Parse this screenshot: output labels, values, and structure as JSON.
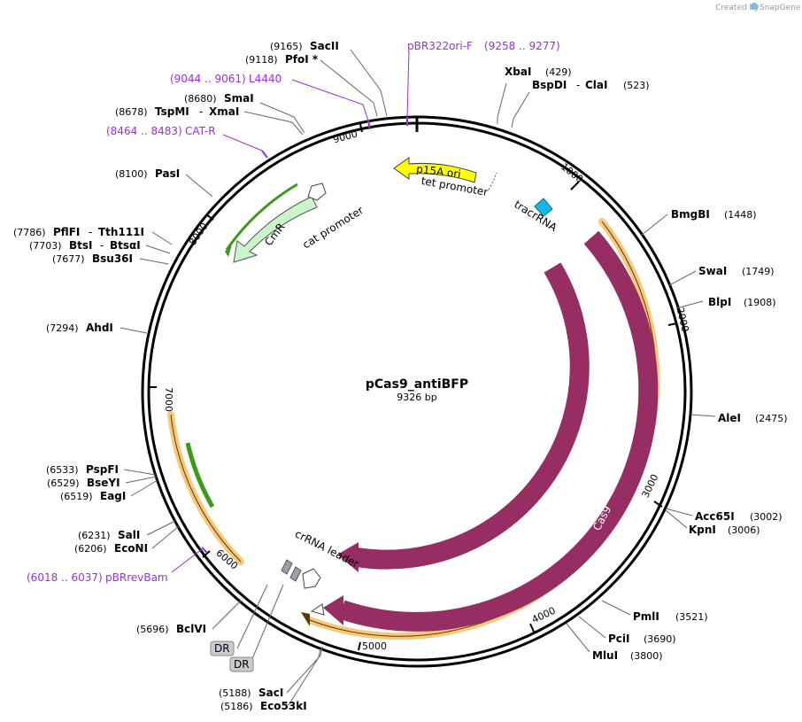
{
  "credit": {
    "prefix": "Created by",
    "brand": "SnapGene"
  },
  "plasmid": {
    "name": "pCas9_antiBFP",
    "size": "9326 bp"
  },
  "ticks": [
    "1000",
    "2000",
    "3000",
    "4000",
    "5000",
    "6000",
    "7000",
    "8000",
    "9000"
  ],
  "features": {
    "p15a": "p15A ori",
    "tet": "tet promoter",
    "tracr": "tracrRNA",
    "cas9a": "Cas9",
    "cas9b": "Cas9",
    "crrna": "crRNA leader",
    "cmr": "CmR",
    "cat": "cat promoter",
    "dr1": "DR",
    "dr2": "DR"
  },
  "enzymes": [
    {
      "name": "SacII",
      "pos": "(9165)"
    },
    {
      "name": "PfoI *",
      "pos": "(9118)"
    },
    {
      "name": "SmaI",
      "pos": "(8680)"
    },
    {
      "name": "TspMI",
      "extra": "XmaI",
      "pos": "(8678)"
    },
    {
      "name": "PasI",
      "pos": "(8100)"
    },
    {
      "name": "PflFI",
      "extra": "Tth111I",
      "pos": "(7786)"
    },
    {
      "name": "BtsI",
      "extra": "BtsαI",
      "pos": "(7703)"
    },
    {
      "name": "Bsu36I",
      "pos": "(7677)"
    },
    {
      "name": "AhdI",
      "pos": "(7294)"
    },
    {
      "name": "PspFI",
      "pos": "(6533)"
    },
    {
      "name": "BseYI",
      "pos": "(6529)"
    },
    {
      "name": "EagI",
      "pos": "(6519)"
    },
    {
      "name": "SalI",
      "pos": "(6231)"
    },
    {
      "name": "EcoNI",
      "pos": "(6206)"
    },
    {
      "name": "BclVI",
      "pos": "(5696)"
    },
    {
      "name": "SacI",
      "pos": "(5188)"
    },
    {
      "name": "Eco53kI",
      "pos": "(5186)"
    },
    {
      "name": "XbaI",
      "pos": "(429)"
    },
    {
      "name": "BspDI",
      "extra": "ClaI",
      "pos": "(523)"
    },
    {
      "name": "BmgBI",
      "pos": "(1448)"
    },
    {
      "name": "SwaI",
      "pos": "(1749)"
    },
    {
      "name": "BlpI",
      "pos": "(1908)"
    },
    {
      "name": "AleI",
      "pos": "(2475)"
    },
    {
      "name": "Acc65I",
      "pos": "(3002)"
    },
    {
      "name": "KpnI",
      "pos": "(3006)"
    },
    {
      "name": "PmlI",
      "pos": "(3521)"
    },
    {
      "name": "PciI",
      "pos": "(3690)"
    },
    {
      "name": "MluI",
      "pos": "(3800)"
    }
  ],
  "primers": [
    {
      "name": "pBR322ori-F",
      "range": "(9258 .. 9277)"
    },
    {
      "name": "L4440",
      "range": "(9044 .. 9061)"
    },
    {
      "name": "CAT-R",
      "range": "(8464 .. 8483)"
    },
    {
      "name": "pBRrevBam",
      "range": "(6018 .. 6037)"
    }
  ],
  "colors": {
    "backbone": "#000000",
    "cas9": "#962d63",
    "orf_highlight": "#f7c77a",
    "p15a": "#ffff00",
    "tracr": "#17b8e6",
    "cmr": "#c9f5c9",
    "cmr_line": "#3a9a1a",
    "primer": "#9b30d9",
    "dr_box": "#c8cbd0"
  }
}
